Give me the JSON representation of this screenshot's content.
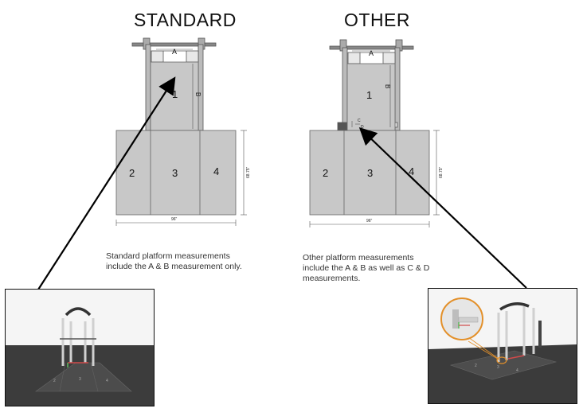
{
  "standard": {
    "title": "STANDARD",
    "caption": "Standard platform measurements\ninclude the A & B measurement only.",
    "labels": {
      "a": "A",
      "b": "B",
      "one": "1",
      "two": "2",
      "three": "3",
      "four": "4"
    },
    "width_dim": "96\"",
    "height_dim": "68.75\""
  },
  "other": {
    "title": "OTHER",
    "caption": "Other platform measurements\ninclude the A & B as well as C & D\nmeasurements.",
    "labels": {
      "a": "A",
      "b": "B",
      "c": "C",
      "d": "D",
      "one": "1",
      "two": "2",
      "three": "3",
      "four": "4"
    },
    "width_dim": "96\"",
    "height_dim": "68.75\""
  },
  "photo_left": {
    "two": "2",
    "three": "3",
    "four": "4"
  },
  "photo_right": {
    "two": "2",
    "three": "3",
    "four": "4"
  },
  "colors": {
    "platform_fill": "#c8c8c8",
    "platform_stroke": "#666666",
    "floor": "#3c3c3c",
    "arrow": "#000000",
    "highlight": "#e3902a"
  }
}
